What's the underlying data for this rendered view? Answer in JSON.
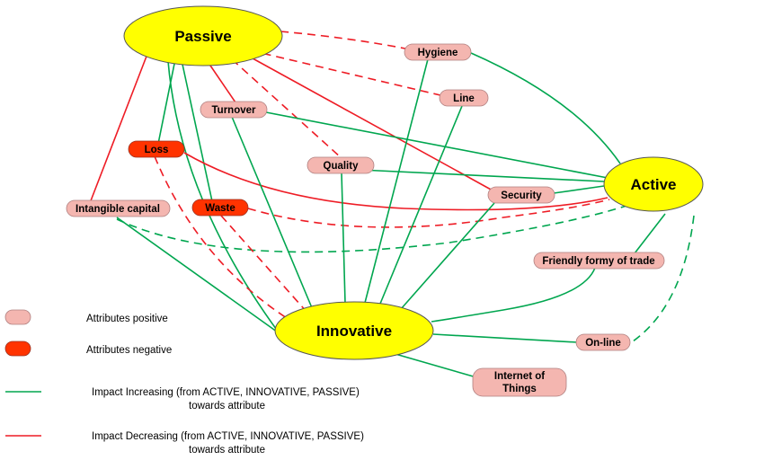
{
  "hubs": {
    "passive": {
      "label": "Passive"
    },
    "active": {
      "label": "Active"
    },
    "innovative": {
      "label": "Innovative"
    }
  },
  "attributes": {
    "hygiene": {
      "label": "Hygiene",
      "kind": "positive"
    },
    "line": {
      "label": "Line",
      "kind": "positive"
    },
    "turnover": {
      "label": "Turnover",
      "kind": "positive"
    },
    "loss": {
      "label": "Loss",
      "kind": "negative"
    },
    "quality": {
      "label": "Quality",
      "kind": "positive"
    },
    "security": {
      "label": "Security",
      "kind": "positive"
    },
    "intangible": {
      "label": "Intangible capital",
      "kind": "positive"
    },
    "waste": {
      "label": "Waste",
      "kind": "negative"
    },
    "friendly": {
      "label": "Friendly formy of trade",
      "kind": "positive"
    },
    "online": {
      "label": "On-line",
      "kind": "positive"
    },
    "iot": {
      "label_line1": "Internet of",
      "label_line2": "Things",
      "kind": "positive"
    }
  },
  "legend": {
    "positive": "Attributes positive",
    "negative": "Attributes negative",
    "increasing_line1": "Impact Increasing (from ACTIVE, INNOVATIVE, PASSIVE)",
    "increasing_line2": "towards attribute",
    "decreasing_line1": "Impact Decreasing (from ACTIVE, INNOVATIVE, PASSIVE)",
    "decreasing_line2": "towards attribute"
  },
  "colors": {
    "hub_fill": "#ffff00",
    "positive_fill": "#f4b6b0",
    "negative_fill": "#ff3300",
    "increasing": "#00a64f",
    "decreasing": "#ee1c25"
  },
  "links": [
    {
      "from": "passive",
      "to": "hygiene",
      "impact": "decreasing",
      "style": "dashed"
    },
    {
      "from": "passive",
      "to": "line",
      "impact": "decreasing",
      "style": "dashed"
    },
    {
      "from": "passive",
      "to": "turnover",
      "impact": "decreasing",
      "style": "solid"
    },
    {
      "from": "passive",
      "to": "quality",
      "impact": "decreasing",
      "style": "dashed"
    },
    {
      "from": "passive",
      "to": "security",
      "impact": "decreasing",
      "style": "solid"
    },
    {
      "from": "passive",
      "to": "intangible",
      "impact": "decreasing",
      "style": "solid"
    },
    {
      "from": "passive",
      "to": "loss",
      "impact": "increasing",
      "style": "solid"
    },
    {
      "from": "passive",
      "to": "waste",
      "impact": "increasing",
      "style": "solid"
    },
    {
      "from": "passive",
      "to": "innovative",
      "impact": "increasing",
      "style": "solid"
    },
    {
      "from": "active",
      "to": "hygiene",
      "impact": "increasing",
      "style": "solid"
    },
    {
      "from": "active",
      "to": "turnover",
      "impact": "increasing",
      "style": "solid"
    },
    {
      "from": "active",
      "to": "quality",
      "impact": "increasing",
      "style": "solid"
    },
    {
      "from": "active",
      "to": "security",
      "impact": "increasing",
      "style": "solid"
    },
    {
      "from": "active",
      "to": "loss",
      "impact": "decreasing",
      "style": "solid"
    },
    {
      "from": "active",
      "to": "waste",
      "impact": "decreasing",
      "style": "dashed"
    },
    {
      "from": "active",
      "to": "intangible",
      "impact": "increasing",
      "style": "dashed"
    },
    {
      "from": "active",
      "to": "friendly",
      "impact": "increasing",
      "style": "solid"
    },
    {
      "from": "active",
      "to": "online",
      "impact": "increasing",
      "style": "dashed"
    },
    {
      "from": "innovative",
      "to": "turnover",
      "impact": "increasing",
      "style": "solid"
    },
    {
      "from": "innovative",
      "to": "quality",
      "impact": "increasing",
      "style": "solid"
    },
    {
      "from": "innovative",
      "to": "hygiene",
      "impact": "increasing",
      "style": "solid"
    },
    {
      "from": "innovative",
      "to": "line",
      "impact": "increasing",
      "style": "solid"
    },
    {
      "from": "innovative",
      "to": "security",
      "impact": "increasing",
      "style": "solid"
    },
    {
      "from": "innovative",
      "to": "intangible",
      "impact": "increasing",
      "style": "solid"
    },
    {
      "from": "innovative",
      "to": "loss",
      "impact": "decreasing",
      "style": "dashed"
    },
    {
      "from": "innovative",
      "to": "waste",
      "impact": "decreasing",
      "style": "dashed"
    },
    {
      "from": "innovative",
      "to": "friendly",
      "impact": "increasing",
      "style": "solid"
    },
    {
      "from": "innovative",
      "to": "online",
      "impact": "increasing",
      "style": "solid"
    },
    {
      "from": "innovative",
      "to": "iot",
      "impact": "increasing",
      "style": "solid"
    }
  ]
}
